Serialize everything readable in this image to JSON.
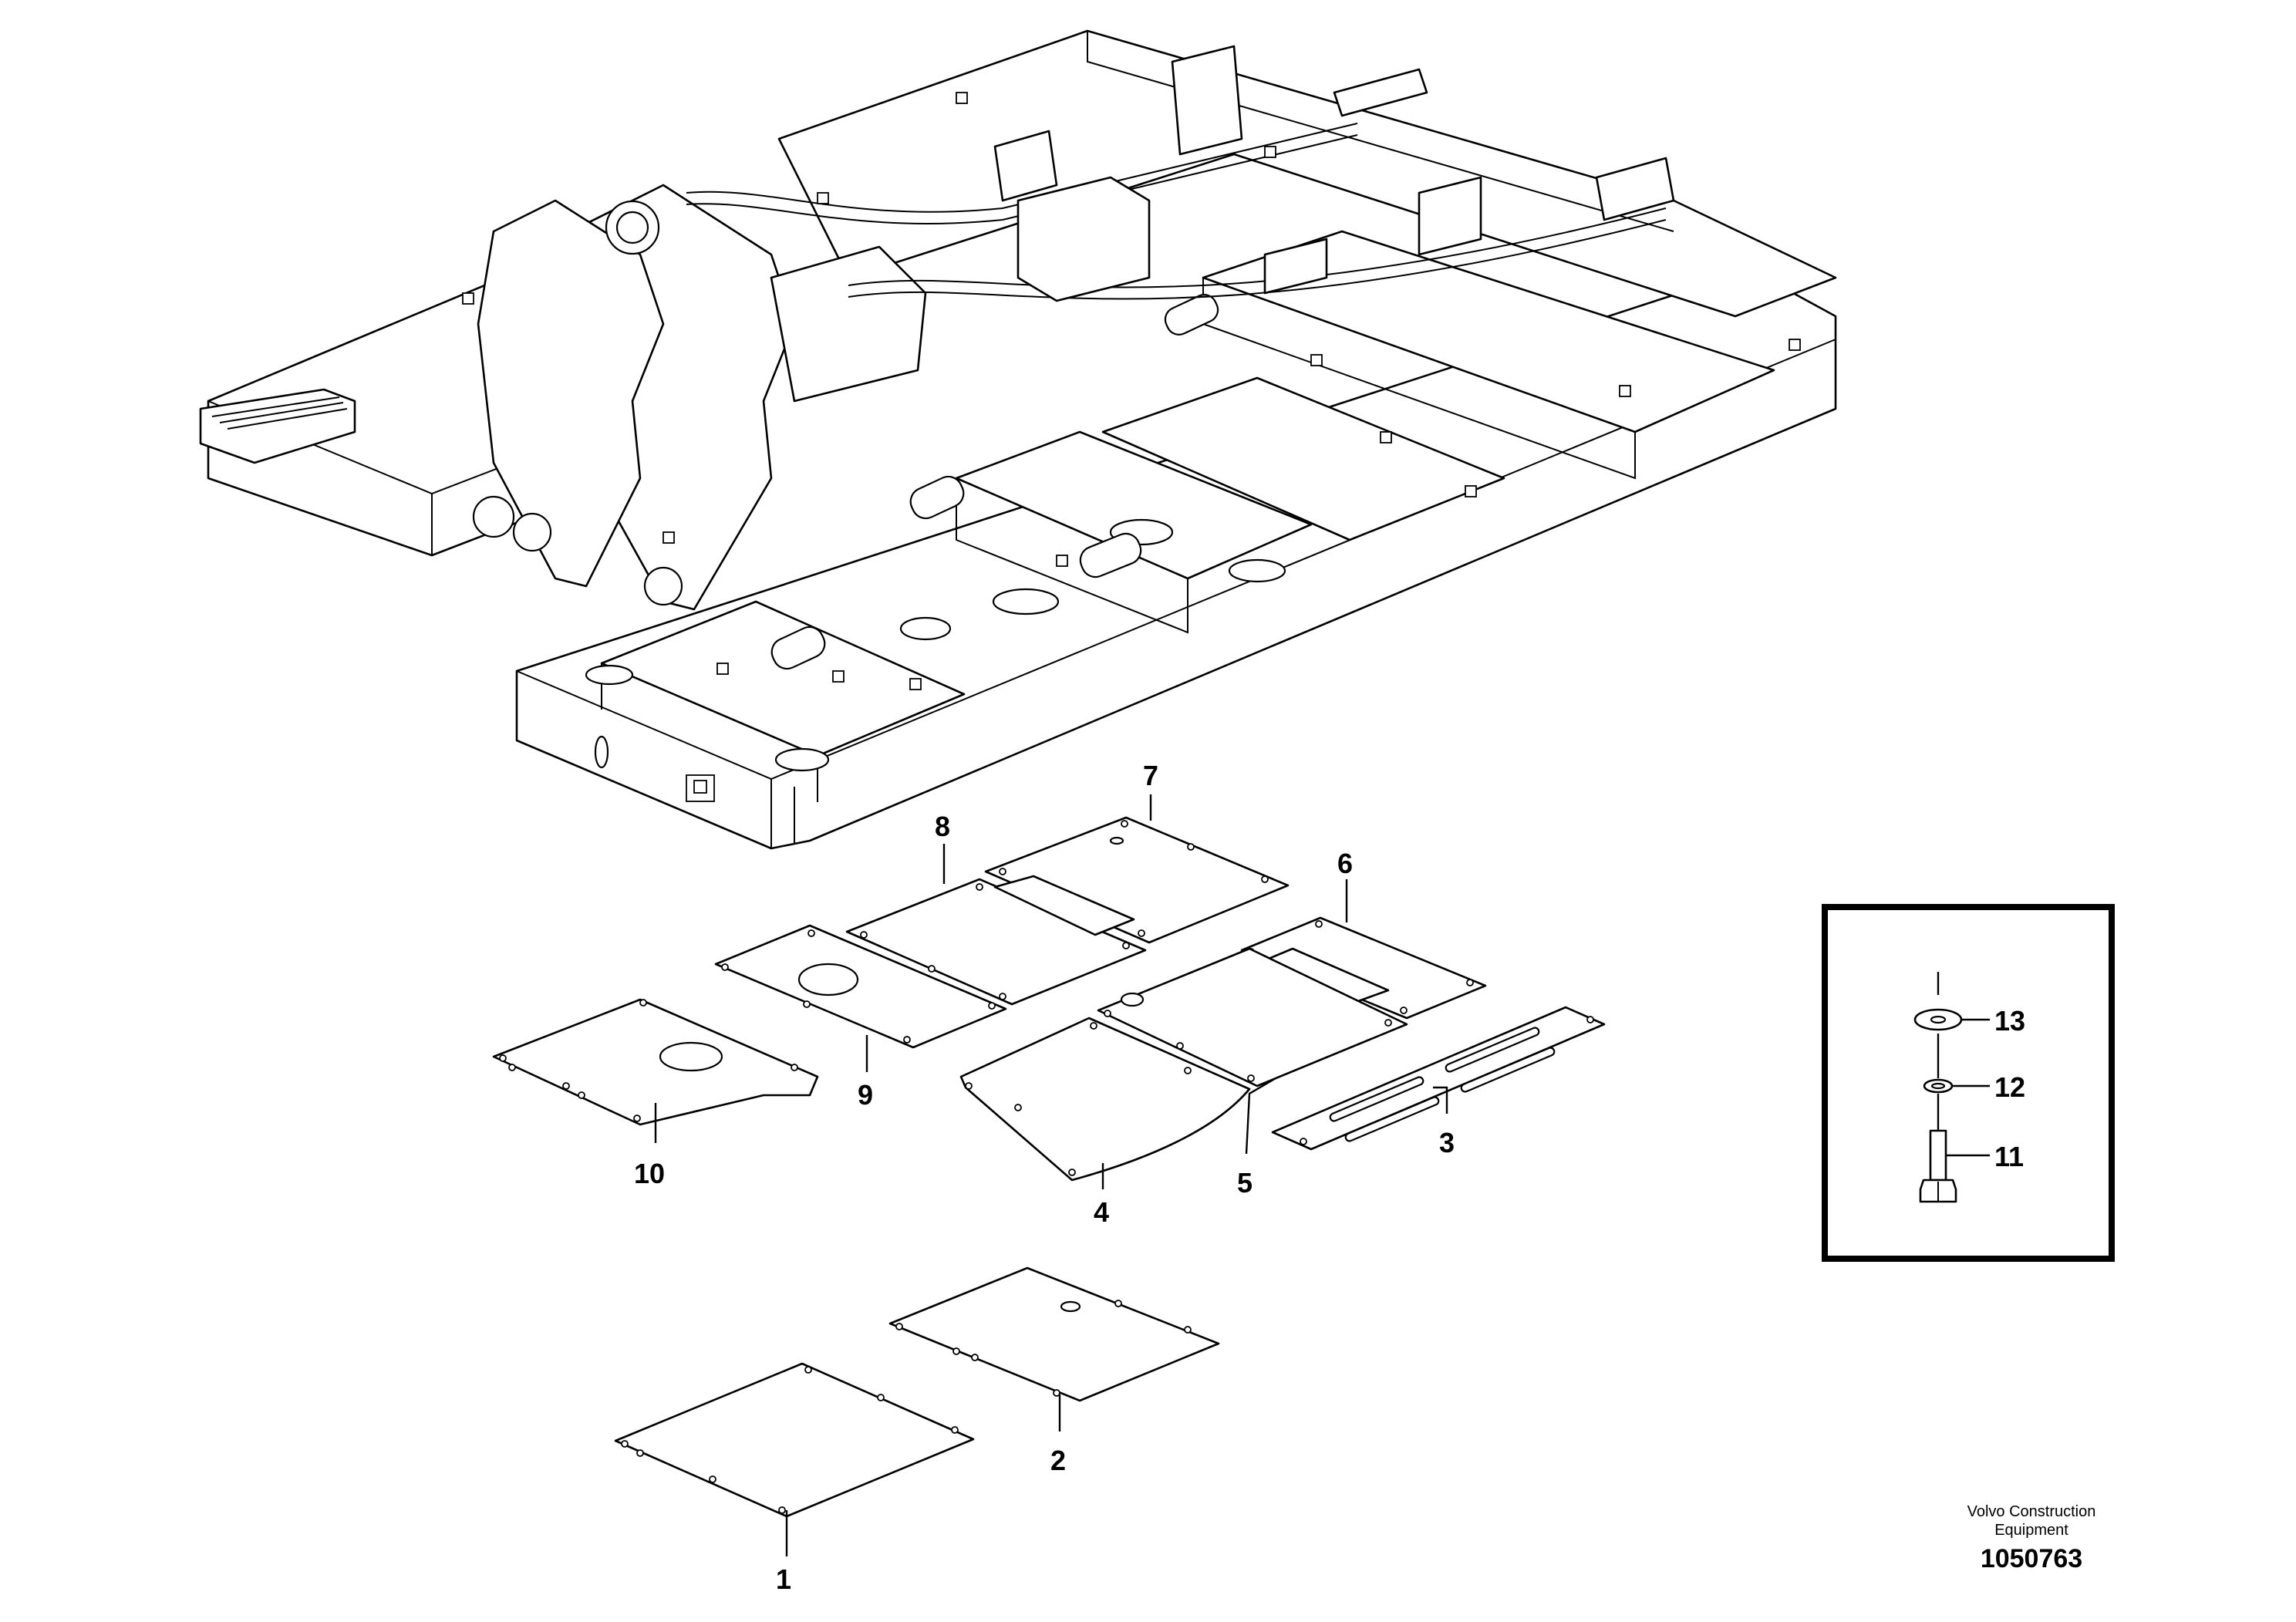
{
  "callouts": {
    "c1": "1",
    "c2": "2",
    "c3": "3",
    "c4": "4",
    "c5": "5",
    "c6": "6",
    "c7": "7",
    "c8": "8",
    "c9": "9",
    "c10": "10",
    "c11": "11",
    "c12": "12",
    "c13": "13"
  },
  "credit": {
    "line1": "Volvo Construction",
    "line2": "Equipment",
    "number": "1050763"
  }
}
